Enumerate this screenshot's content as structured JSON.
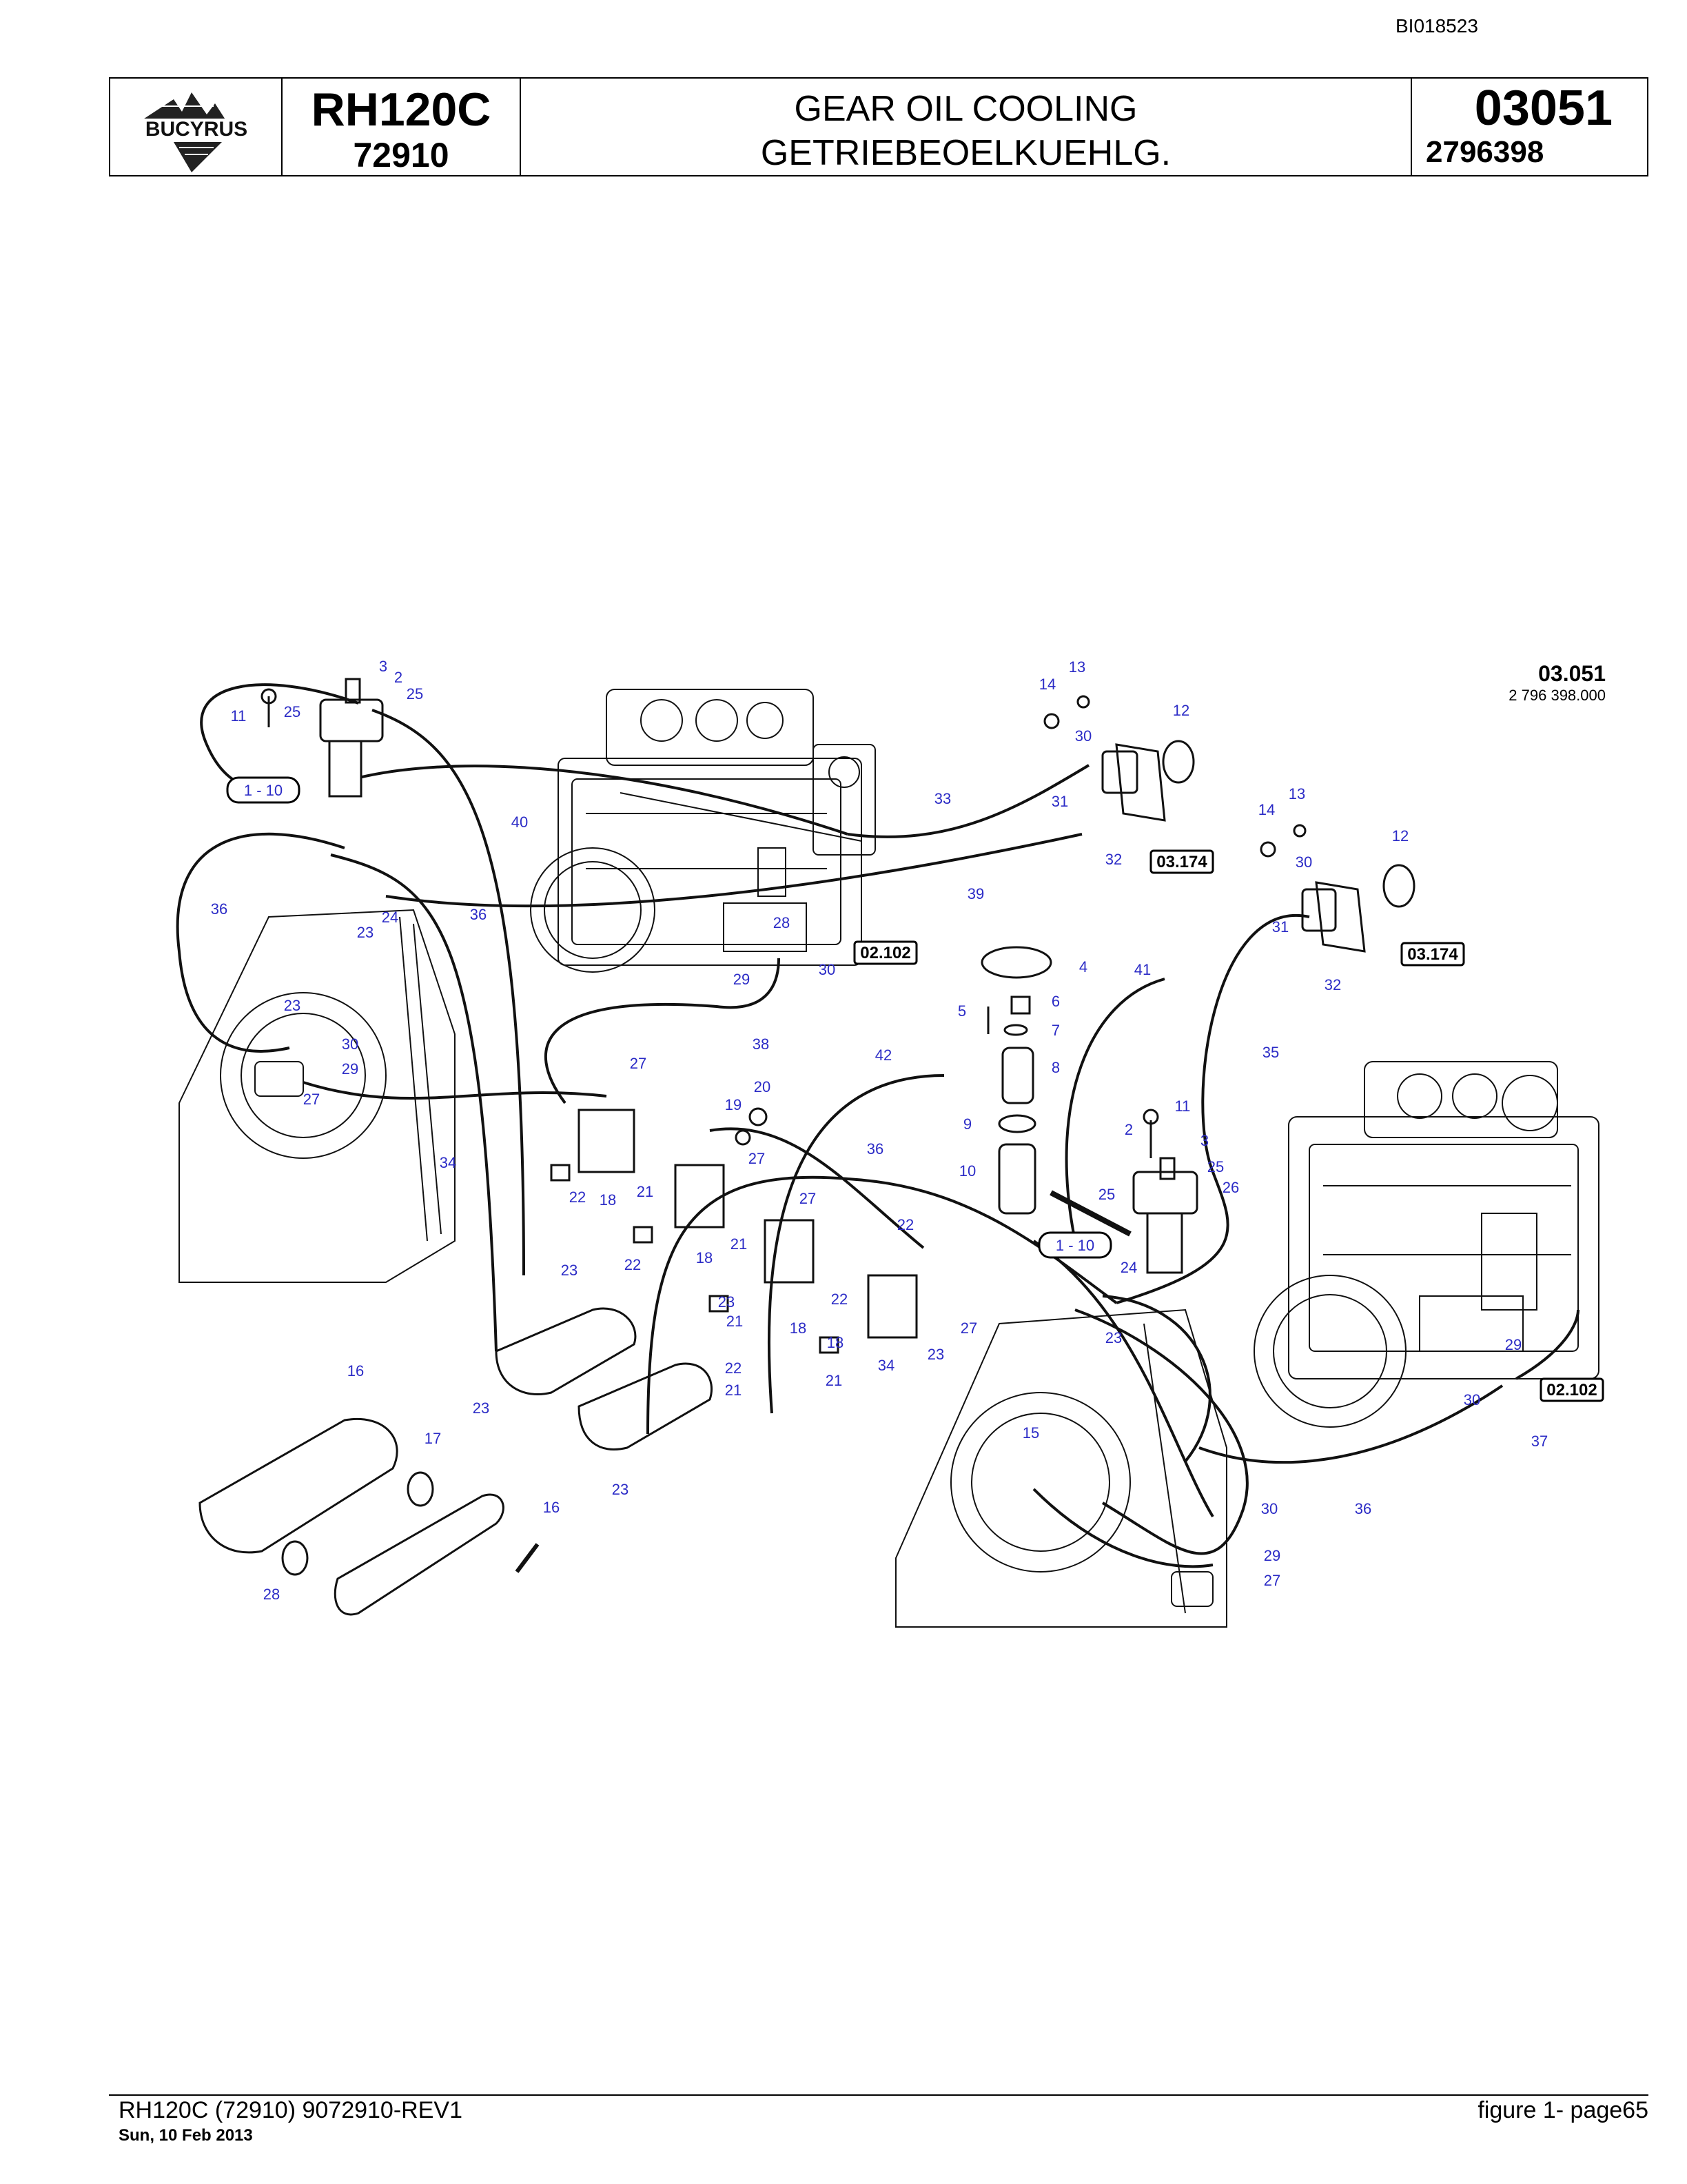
{
  "doc_id": "BI018523",
  "header": {
    "logo_text": "BUCYRUS",
    "model": "RH120C",
    "model_number": "72910",
    "title_en": "GEAR OIL COOLING",
    "title_de": "GETRIEBEOELKUEHLG.",
    "section": "03051",
    "part_number": "2796398"
  },
  "diagram": {
    "figure_code": "03.051",
    "figure_part": "2 796 398.000",
    "ref_boxes": [
      "03.174",
      "03.174",
      "02.102",
      "02.102"
    ],
    "range_labels": [
      "1 - 10",
      "1 - 10"
    ],
    "callouts": [
      "3",
      "2",
      "25",
      "11",
      "25",
      "14",
      "13",
      "12",
      "30",
      "31",
      "33",
      "32",
      "40",
      "39",
      "36",
      "24",
      "36",
      "23",
      "23",
      "30",
      "29",
      "27",
      "34",
      "28",
      "29",
      "30",
      "38",
      "4",
      "5",
      "6",
      "7",
      "8",
      "9",
      "10",
      "27",
      "20",
      "19",
      "27",
      "22",
      "18",
      "21",
      "42",
      "36",
      "14",
      "13",
      "12",
      "30",
      "31",
      "32",
      "41",
      "35",
      "11",
      "2",
      "3",
      "25",
      "26",
      "25",
      "24",
      "21",
      "18",
      "22",
      "22",
      "27",
      "21",
      "18",
      "34",
      "22",
      "23",
      "23",
      "27",
      "23",
      "22",
      "21",
      "18",
      "21",
      "23",
      "23",
      "23",
      "15",
      "16",
      "17",
      "16",
      "28",
      "29",
      "30",
      "37",
      "36",
      "30",
      "29",
      "27"
    ]
  },
  "footer": {
    "left": "RH120C (72910) 9072910-REV1",
    "date": "Sun, 10 Feb 2013",
    "right": "figure  1- page65"
  }
}
